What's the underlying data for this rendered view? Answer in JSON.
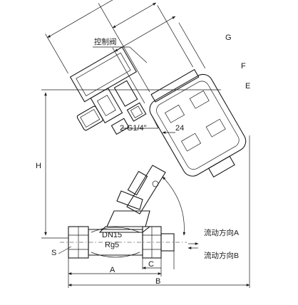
{
  "labels": {
    "control_valve": "控制阀",
    "port_thread": "2-G1/4\"",
    "wrench_size": "24",
    "nominal_diameter": "DN15",
    "pipe_thread": "Rg5",
    "flow_a": "流动方向A",
    "flow_b": "流动方向B"
  },
  "dimensions": {
    "G": "G",
    "F": "F",
    "E": "E",
    "H": "H",
    "A": "A",
    "B": "B",
    "C": "C",
    "S": "S"
  }
}
